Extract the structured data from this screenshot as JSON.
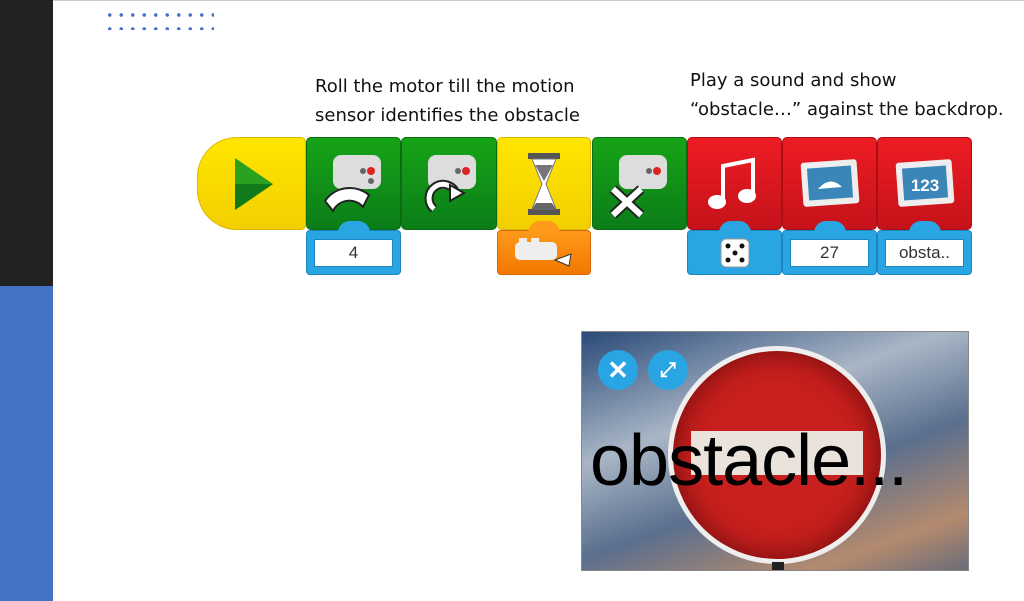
{
  "captions": {
    "left": [
      "Roll the motor till the motion",
      "sensor identifies the obstacle"
    ],
    "right": [
      "Play a sound and show",
      "“obstacle…” against the backdrop."
    ]
  },
  "blocks": [
    {
      "name": "start",
      "icon": "play-icon"
    },
    {
      "name": "motor-power",
      "icon": "motor-power-icon",
      "input": "4"
    },
    {
      "name": "motor-on",
      "icon": "motor-on-icon"
    },
    {
      "name": "wait-for",
      "icon": "hourglass-icon",
      "input_icon": "motion-sensor-icon"
    },
    {
      "name": "motor-off",
      "icon": "motor-off-icon"
    },
    {
      "name": "play-sound",
      "icon": "music-note-icon",
      "input_icon": "dice-icon"
    },
    {
      "name": "set-background",
      "icon": "background-icon",
      "input": "27"
    },
    {
      "name": "display-text",
      "icon": "display-123-icon",
      "input": "obsta..",
      "icon_text": "123"
    }
  ],
  "display": {
    "text": "obstacle...",
    "close_icon": "close-icon",
    "fullscreen_icon": "fullscreen-icon"
  }
}
